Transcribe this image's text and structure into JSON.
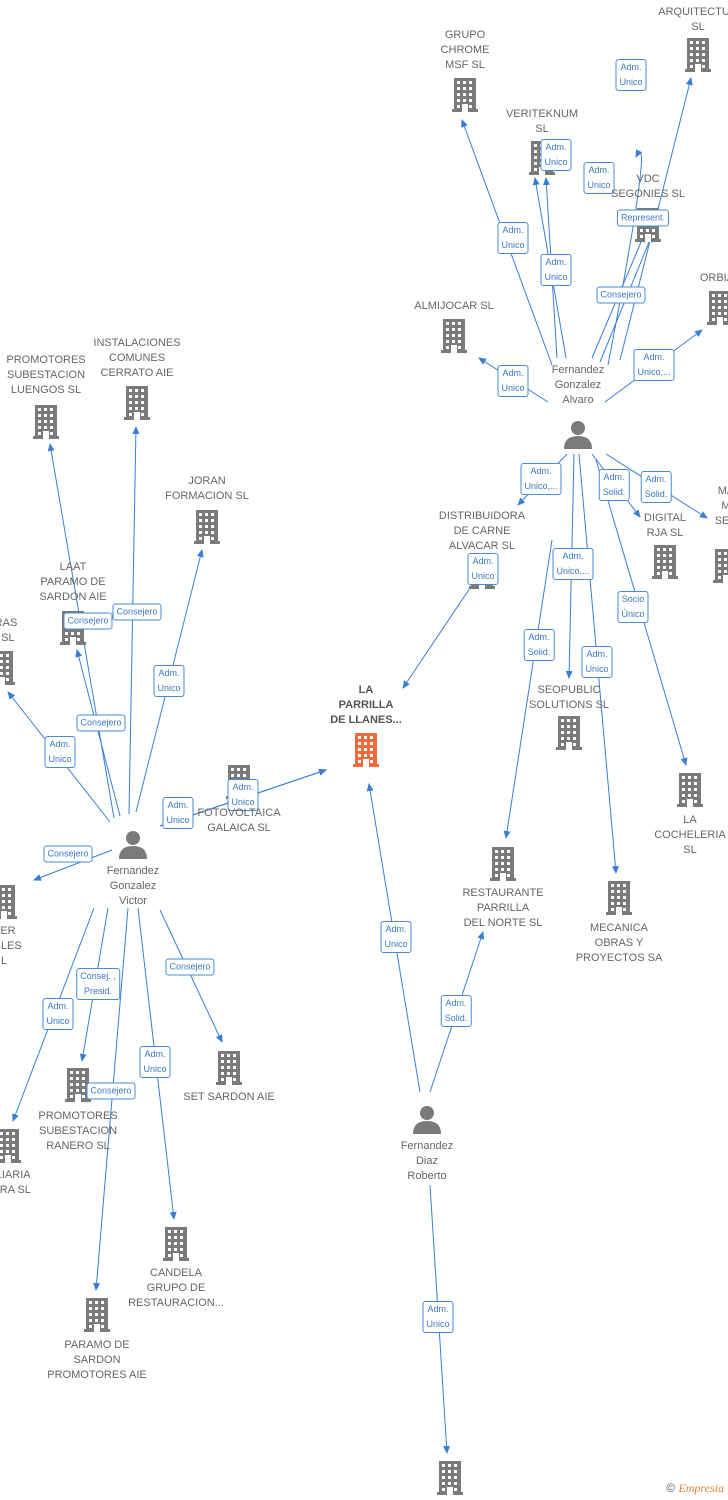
{
  "colors": {
    "edge": "#3a7ed4",
    "building": "#7a7a7a",
    "focus": "#f26a3b",
    "person": "#7a7a7a"
  },
  "nodes": [
    {
      "id": "arquitectura",
      "type": "company",
      "label": "ARQUITECTUR\nSL"
    },
    {
      "id": "grupo_chrome",
      "type": "company",
      "label": "GRUPO\nCHROME\nMSF SL"
    },
    {
      "id": "veriteknum",
      "type": "company",
      "label": "VERITEKNUM\nSL"
    },
    {
      "id": "vdc",
      "type": "company",
      "label": "VDC\nSEGONIES SL"
    },
    {
      "id": "orbial",
      "type": "company",
      "label": "ORBIAL"
    },
    {
      "id": "almijocar",
      "type": "company",
      "label": "ALMIJOCAR SL"
    },
    {
      "id": "fernandez_alvaro",
      "type": "person",
      "label": "Fernandez\nGonzalez\nAlvaro"
    },
    {
      "id": "promotores_luengos",
      "type": "company",
      "label": "PROMOTORES\nSUBESTACION\nLUENGOS SL"
    },
    {
      "id": "instalaciones",
      "type": "company",
      "label": "INSTALACIONES\nCOMUNES\nCERRATO AIE"
    },
    {
      "id": "joran",
      "type": "company",
      "label": "JORAN\nFORMACION SL"
    },
    {
      "id": "distribuidora",
      "type": "company",
      "label": "DISTRIBUIDORA\nDE CARNE\nALVACAR SL"
    },
    {
      "id": "digital_rja",
      "type": "company",
      "label": "DIGITAL\nRJA SL"
    },
    {
      "id": "ma_serv",
      "type": "company",
      "label": "MA\nM\nSER"
    },
    {
      "id": "laat",
      "type": "company",
      "label": "LAAT\nPARAMO DE\nSARDON AIE"
    },
    {
      "id": "rras",
      "type": "company",
      "label": "RRAS\nO SL"
    },
    {
      "id": "la_parrilla",
      "type": "focus",
      "label": "LA\nPARRILLA\nDE LLANES..."
    },
    {
      "id": "seopublic",
      "type": "company",
      "label": "SEOPUBLIC\nSOLUTIONS SL"
    },
    {
      "id": "fotovoltaica",
      "type": "company",
      "label": "FOTOVOLTAICA\nGALAICA SL"
    },
    {
      "id": "la_cocheleria",
      "type": "company",
      "label": "LA\nCOCHELERIA\nSL"
    },
    {
      "id": "fernandez_victor",
      "type": "person",
      "label": "Fernandez\nGonzalez\nVictor"
    },
    {
      "id": "restaurante",
      "type": "company",
      "label": "RESTAURANTE\nPARRILLA\nDEL NORTE SL"
    },
    {
      "id": "mecanica",
      "type": "company",
      "label": "MECANICA\nOBRAS Y\nPROYECTOS SA"
    },
    {
      "id": "rer_ables",
      "type": "company",
      "label": "RER\nABLES\nL"
    },
    {
      "id": "set_sardon",
      "type": "company",
      "label": "SET SARDON AIE"
    },
    {
      "id": "promotores_ranero",
      "type": "company",
      "label": "PROMOTORES\nSUBESTACION\nRANERO SL"
    },
    {
      "id": "fernandez_roberto",
      "type": "person",
      "label": "Fernandez\nDiaz\nRoberto"
    },
    {
      "id": "biliaria",
      "type": "company",
      "label": "BILIARIA\nBERA SL"
    },
    {
      "id": "candela",
      "type": "company",
      "label": "CANDELA\nGRUPO DE\nRESTAURACION..."
    },
    {
      "id": "paramo",
      "type": "company",
      "label": "PARAMO DE\nSARDON\nPROMOTORES AIE"
    },
    {
      "id": "bottom_company",
      "type": "company",
      "label": ""
    }
  ],
  "edges": [
    {
      "from": "fernandez_alvaro",
      "to": "grupo_chrome",
      "label": "Adm.\nUnico"
    },
    {
      "from": "fernandez_alvaro",
      "to": "veriteknum",
      "label": "Adm.\nUnico"
    },
    {
      "from": "fernandez_alvaro",
      "to": "veriteknum",
      "label": "Adm.\nUnico"
    },
    {
      "from": "fernandez_alvaro",
      "to": "vdc",
      "label": "Adm.\nUnico"
    },
    {
      "from": "fernandez_alvaro",
      "to": "vdc",
      "label": "Represent."
    },
    {
      "from": "fernandez_alvaro",
      "to": "vdc",
      "label": "Consejero"
    },
    {
      "from": "fernandez_alvaro",
      "to": "arquitectura",
      "label": "Adm.\nUnico"
    },
    {
      "from": "fernandez_alvaro",
      "to": "orbial",
      "label": "Adm.\nUnico,..."
    },
    {
      "from": "fernandez_alvaro",
      "to": "almijocar",
      "label": "Adm.\nUnico"
    },
    {
      "from": "fernandez_alvaro",
      "to": "distribuidora",
      "label": "Adm.\nUnico,..."
    },
    {
      "from": "fernandez_alvaro",
      "to": "la_parrilla",
      "label": "Adm.\nUnico"
    },
    {
      "from": "fernandez_alvaro",
      "to": "seopublic",
      "label": "Adm.\nUnico,..."
    },
    {
      "from": "fernandez_alvaro",
      "to": "restaurante",
      "label": "Adm.\nSolid."
    },
    {
      "from": "fernandez_alvaro",
      "to": "mecanica",
      "label": "Adm.\nUnico"
    },
    {
      "from": "fernandez_alvaro",
      "to": "digital_rja",
      "label": "Adm.\nSolid."
    },
    {
      "from": "fernandez_alvaro",
      "to": "ma_serv",
      "label": "Adm.\nSolid."
    },
    {
      "from": "fernandez_alvaro",
      "to": "la_cocheleria",
      "label": "Socio\nÚnico"
    },
    {
      "from": "fernandez_victor",
      "to": "promotores_luengos",
      "label": "Consejero"
    },
    {
      "from": "fernandez_victor",
      "to": "instalaciones",
      "label": "Consejero"
    },
    {
      "from": "fernandez_victor",
      "to": "joran",
      "label": "Adm.\nUnico"
    },
    {
      "from": "fernandez_victor",
      "to": "laat",
      "label": "Consejero"
    },
    {
      "from": "fernandez_victor",
      "to": "rras",
      "label": "Adm.\nUnico"
    },
    {
      "from": "fernandez_victor",
      "to": "fotovoltaica",
      "label": "Adm.\nUnico"
    },
    {
      "from": "fernandez_victor",
      "to": "la_parrilla",
      "label": "Adm.\nUnico"
    },
    {
      "from": "fernandez_victor",
      "to": "rer_ables",
      "label": "Consejero"
    },
    {
      "from": "fernandez_victor",
      "to": "set_sardon",
      "label": "Consejero"
    },
    {
      "from": "fernandez_victor",
      "to": "promotores_ranero",
      "label": "Consej. ,\nPresid."
    },
    {
      "from": "fernandez_victor",
      "to": "biliaria",
      "label": "Adm.\nUnico"
    },
    {
      "from": "fernandez_victor",
      "to": "candela",
      "label": "Adm.\nUnico"
    },
    {
      "from": "fernandez_victor",
      "to": "paramo",
      "label": "Consejero"
    },
    {
      "from": "fernandez_roberto",
      "to": "la_parrilla",
      "label": "Adm.\nUnico"
    },
    {
      "from": "fernandez_roberto",
      "to": "restaurante",
      "label": "Adm.\nSolid."
    },
    {
      "from": "fernandez_roberto",
      "to": "bottom_company",
      "label": "Adm.\nUnico"
    }
  ],
  "footer": {
    "copyright": "©",
    "brand": "Empresia"
  }
}
